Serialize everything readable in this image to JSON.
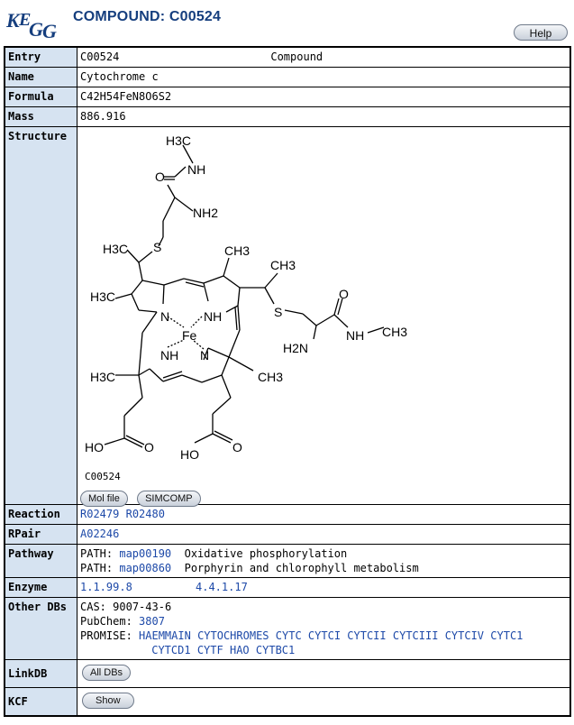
{
  "header": {
    "logo_text": "KEGG",
    "title": "COMPOUND: C00524",
    "help_label": "Help"
  },
  "rows": {
    "entry": {
      "label": "Entry",
      "id": "C00524",
      "type": "Compound"
    },
    "name": {
      "label": "Name",
      "value": "Cytochrome c"
    },
    "formula": {
      "label": "Formula",
      "value": "C42H54FeN8O6S2"
    },
    "mass": {
      "label": "Mass",
      "value": "886.916"
    },
    "structure": {
      "label": "Structure",
      "compound_id": "C00524",
      "mol_file_label": "Mol file",
      "simcomp_label": "SIMCOMP",
      "atoms": {
        "h3c_top": "H3C",
        "nh_top": "NH",
        "o_top": "O",
        "nh2_top": "NH2",
        "s_left": "S",
        "h3c_ethyl_left": "H3C",
        "ch3_top_right": "CH3",
        "ch3_ethyl_right": "CH3",
        "h3c_ring_left": "H3C",
        "n_left": "N",
        "nh_ring_top": "NH",
        "fe": "Fe",
        "nh_ring_bottom": "NH",
        "n_right": "N",
        "s_right": "S",
        "o_right": "O",
        "h2n_right": "H2N",
        "nh_right": "NH",
        "ch3_far_right": "CH3",
        "h3c_bottom_left": "H3C",
        "ch3_bottom_right": "CH3",
        "ho_left": "HO",
        "o_left_acid": "O",
        "ho_right": "HO",
        "o_right_acid": "O"
      }
    },
    "reaction": {
      "label": "Reaction",
      "links": [
        "R02479",
        "R02480"
      ]
    },
    "rpair": {
      "label": "RPair",
      "links": [
        "A02246"
      ]
    },
    "pathway": {
      "label": "Pathway",
      "items": [
        {
          "prefix": "PATH:",
          "id": "map00190",
          "name": "Oxidative phosphorylation"
        },
        {
          "prefix": "PATH:",
          "id": "map00860",
          "name": "Porphyrin and chlorophyll metabolism"
        }
      ]
    },
    "enzyme": {
      "label": "Enzyme",
      "links": [
        "1.1.99.8",
        "4.4.1.17"
      ]
    },
    "other_dbs": {
      "label": "Other DBs",
      "cas_prefix": "CAS:",
      "cas_value": "9007-43-6",
      "pubchem_prefix": "PubChem:",
      "pubchem_value": "3807",
      "promise_prefix": "PROMISE:",
      "promise_line1": [
        "HAEMMAIN",
        "CYTOCHROMES",
        "CYTC",
        "CYTCI",
        "CYTCII",
        "CYTCIII",
        "CYTCIV",
        "CYTC1"
      ],
      "promise_line2": [
        "CYTCD1",
        "CYTF",
        "HAO",
        "CYTBC1"
      ]
    },
    "linkdb": {
      "label": "LinkDB",
      "button": "All DBs"
    },
    "kcf": {
      "label": "KCF",
      "button": "Show"
    }
  },
  "colors": {
    "label_bg": "#d6e3f1",
    "title_color": "#153e7e",
    "link_color": "#1d49a8"
  }
}
